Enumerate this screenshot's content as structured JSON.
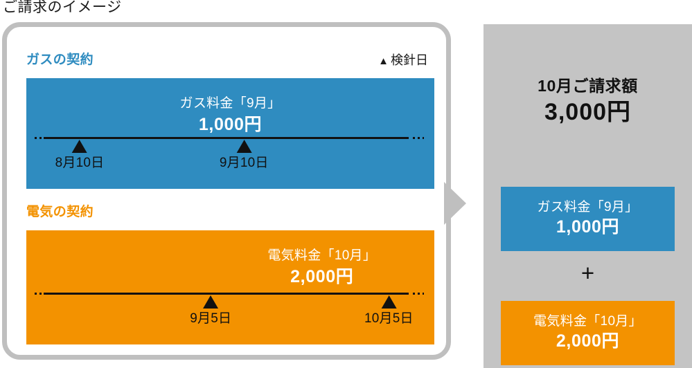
{
  "page": {
    "title": "ご請求のイメージ"
  },
  "legend": {
    "triangle_glyph": "▲",
    "label": "検針日"
  },
  "colors": {
    "gas": "#2f8cc0",
    "electricity": "#f39200",
    "panel_gray": "#c4c4c4",
    "card_border": "#bfbfbf",
    "text": "#111111"
  },
  "contracts": [
    {
      "id": "gas",
      "heading": "ガスの契約",
      "caption_label": "ガス料金「9月」",
      "caption_amount": "1,000円",
      "markers": [
        {
          "label": "8月10日",
          "position_pct": 11.5
        },
        {
          "label": "9月10日",
          "position_pct": 53.5
        }
      ]
    },
    {
      "id": "electricity",
      "heading": "電気の契約",
      "caption_label": "電気料金「10月」",
      "caption_amount": "2,000円",
      "markers": [
        {
          "label": "9月5日",
          "position_pct": 45.0
        },
        {
          "label": "10月5日",
          "position_pct": 90.5
        }
      ]
    }
  ],
  "summary": {
    "total_label": "10月ご請求額",
    "total_amount": "3,000円",
    "plus_sign": "+",
    "items": [
      {
        "id": "gas",
        "label": "ガス料金「9月」",
        "amount": "1,000円"
      },
      {
        "id": "electricity",
        "label": "電気料金「10月」",
        "amount": "2,000円"
      }
    ]
  }
}
